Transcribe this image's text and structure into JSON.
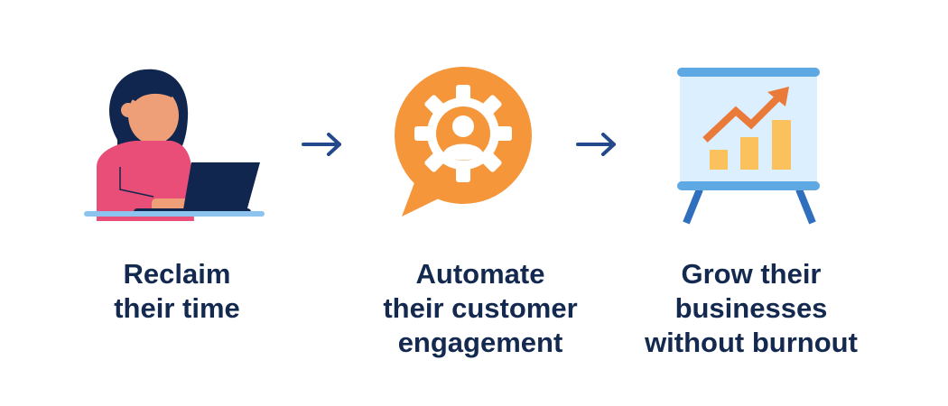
{
  "steps": [
    {
      "icon": "person-laptop-icon",
      "lines": [
        "Reclaim",
        "their time"
      ]
    },
    {
      "icon": "gear-user-chat-icon",
      "lines": [
        "Automate",
        "their customer",
        "engagement"
      ]
    },
    {
      "icon": "growth-chart-easel-icon",
      "lines": [
        "Grow their",
        "businesses",
        "without burnout"
      ]
    }
  ],
  "connectors": [
    "arrow-right-icon",
    "arrow-right-icon"
  ],
  "colors": {
    "text": "#13294f",
    "navy": "#10264f",
    "pink": "#e94e78",
    "skin": "#ef9f78",
    "orange": "#f5963a",
    "board": "#dcefff",
    "board_bar": "#5ea8e4",
    "legs": "#2f6fbd",
    "trend": "#ea7a3a",
    "bars": "#fbc15c",
    "arrow": "#24498a"
  }
}
